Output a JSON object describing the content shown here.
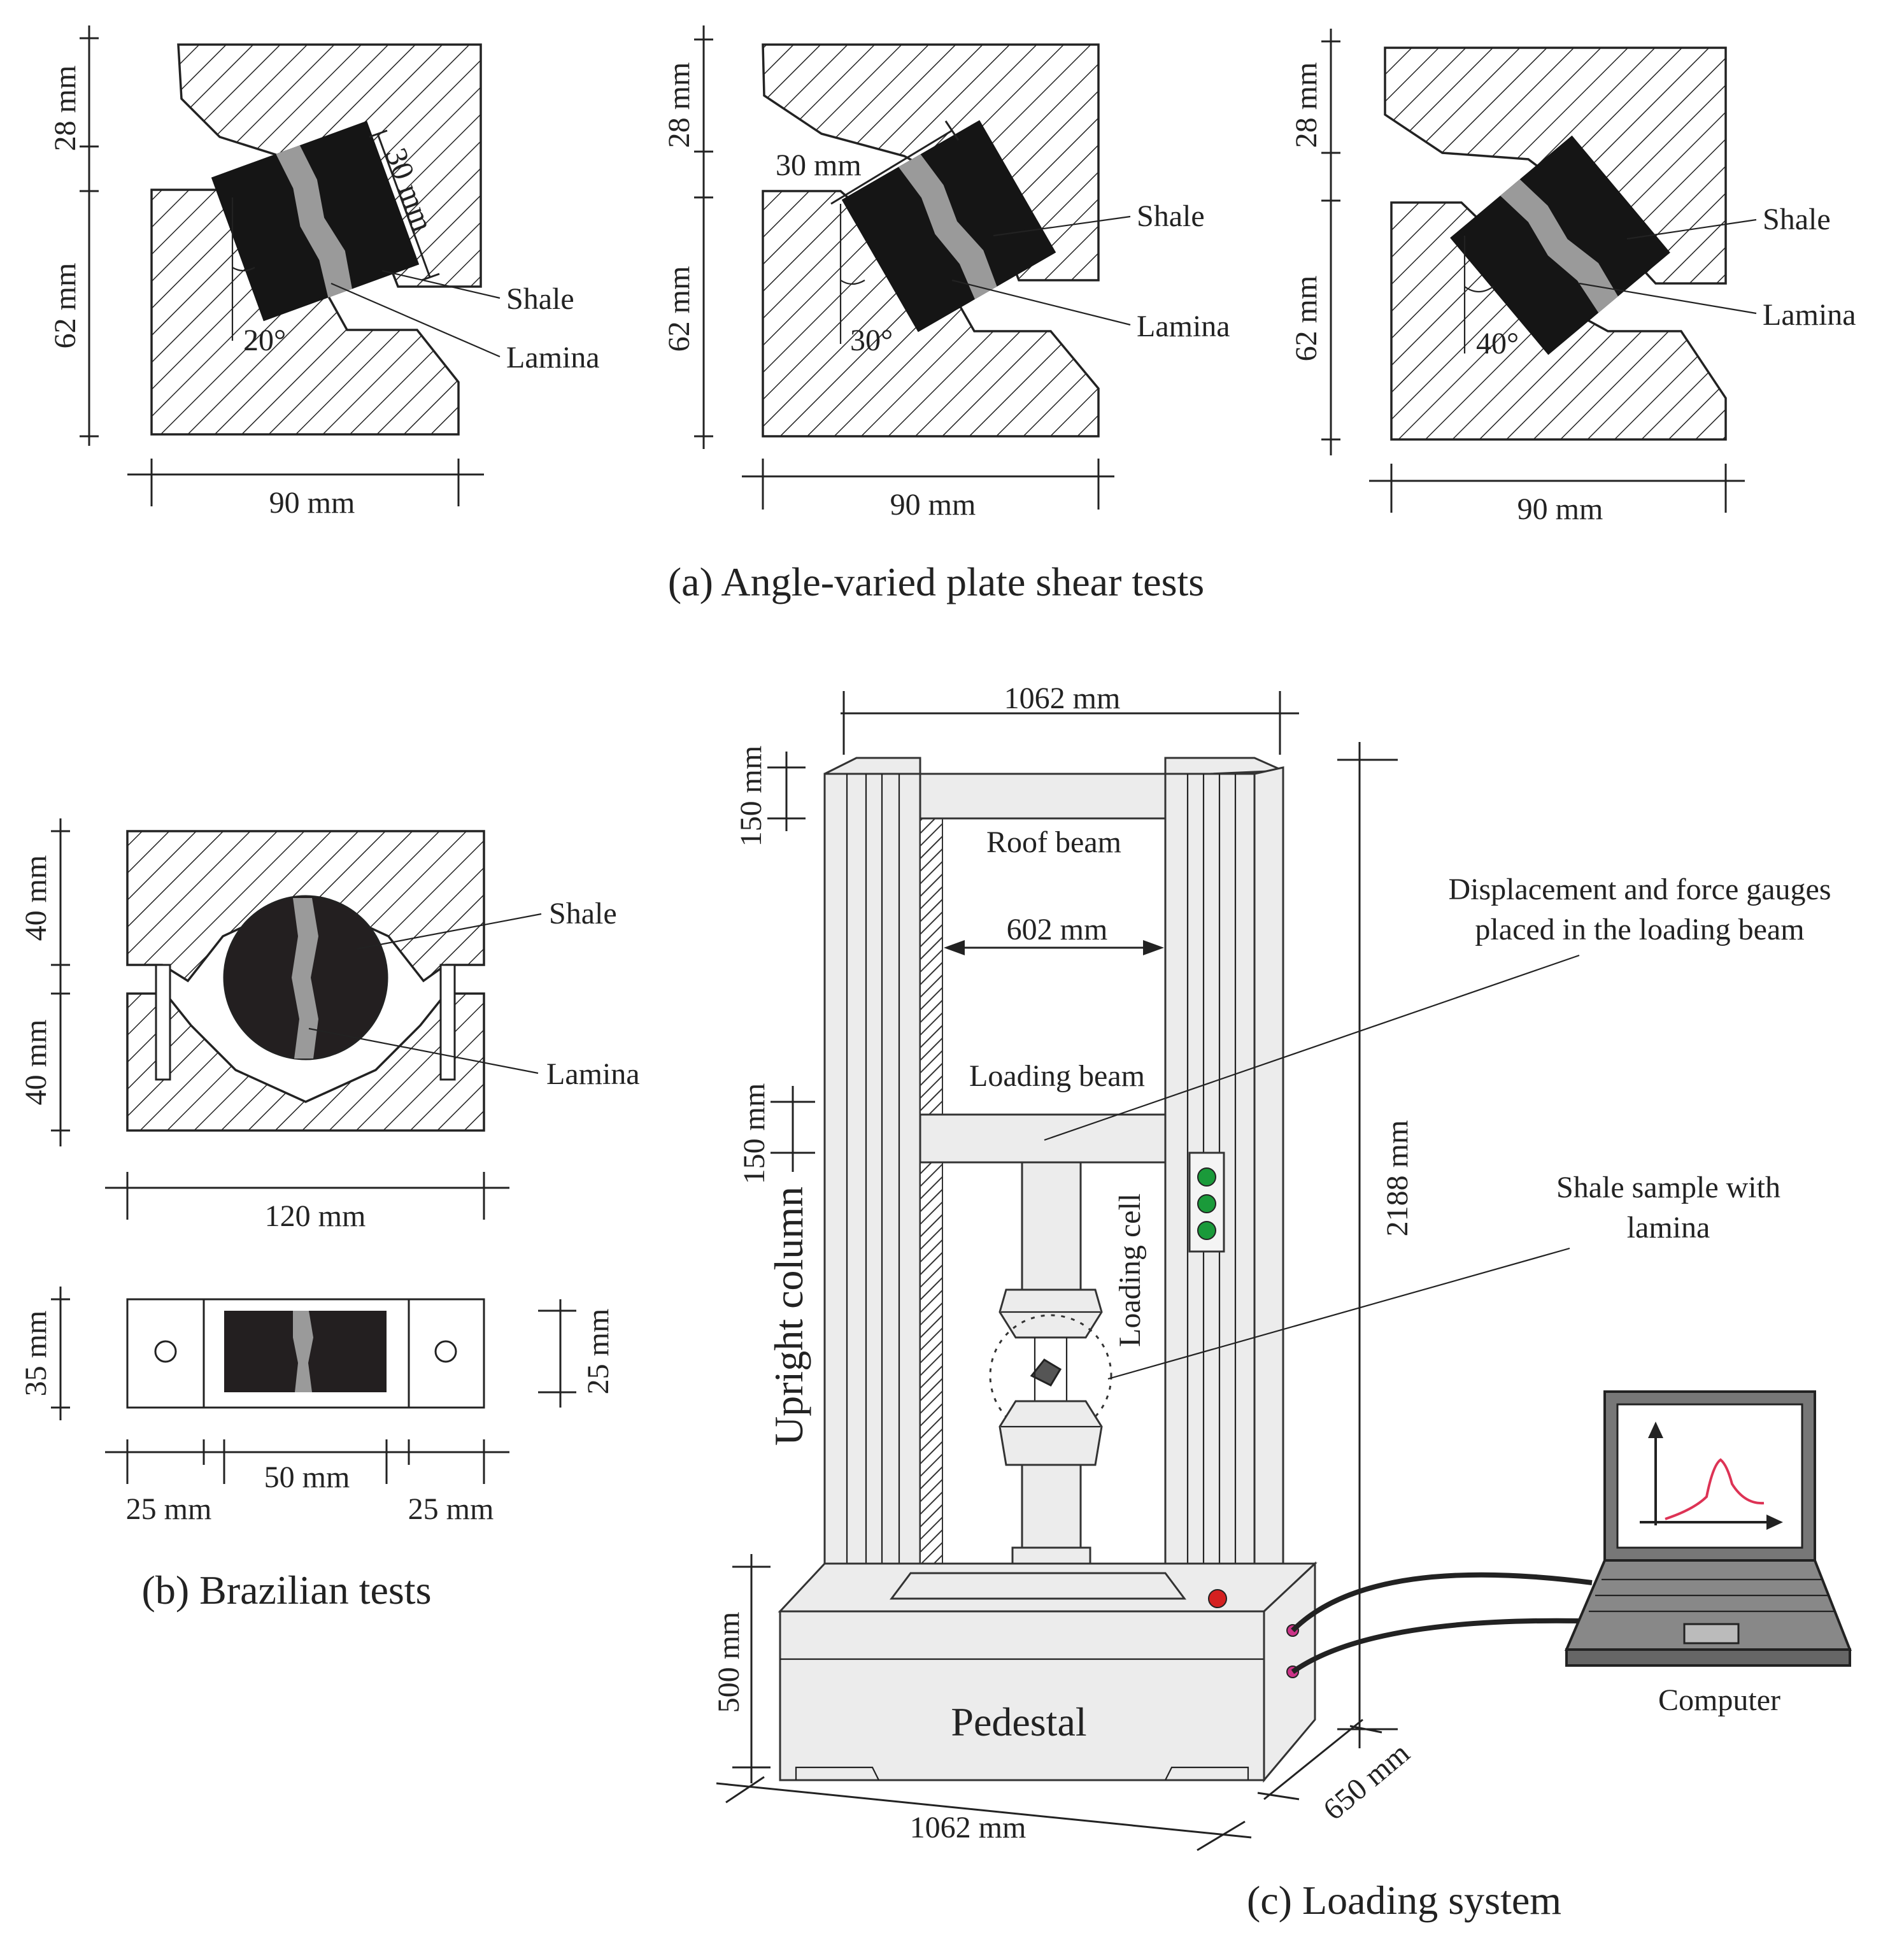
{
  "panel_a": {
    "caption": "(a) Angle-varied plate shear tests",
    "units": [
      {
        "top": "28 mm",
        "bottom": "62 mm",
        "width": "90 mm",
        "sample": "30 mm",
        "angle": "20°",
        "shale": "Shale",
        "lamina": "Lamina"
      },
      {
        "top": "28 mm",
        "bottom": "62 mm",
        "width": "90 mm",
        "sample": "30 mm",
        "angle": "30°",
        "shale": "Shale",
        "lamina": "Lamina"
      },
      {
        "top": "28 mm",
        "bottom": "62 mm",
        "width": "90 mm",
        "angle": "40°",
        "shale": "Shale",
        "lamina": "Lamina"
      }
    ]
  },
  "panel_b": {
    "caption": "(b) Brazilian tests",
    "top_height": "40 mm",
    "bottom_height": "40 mm",
    "width": "120 mm",
    "shale": "Shale",
    "lamina": "Lamina",
    "plate_height": "35 mm",
    "sample_height": "25 mm",
    "left_margin": "25 mm",
    "sample_width": "50 mm",
    "right_margin": "25 mm"
  },
  "panel_c": {
    "caption": "(c) Loading system",
    "top_width": "1062 mm",
    "roof_height": "150 mm",
    "roof_beam": "Roof beam",
    "inner_width": "602 mm",
    "gauges_line1": "Displacement and force gauges",
    "gauges_line2": "placed in the loading beam",
    "loading_beam": "Loading beam",
    "beam_height": "150 mm",
    "total_height": "2188 mm",
    "loading_cell": "Loading cell",
    "upright_column": "Upright column",
    "sample_line1": "Shale sample with",
    "sample_line2": "lamina",
    "pedestal_height": "500 mm",
    "pedestal": "Pedestal",
    "bottom_width": "1062 mm",
    "depth": "650 mm",
    "computer": "Computer"
  },
  "colors": {
    "shale": "#151515",
    "lamina": "#9a9a9a",
    "machine": "#ececec",
    "indicator": "#1a9a3a",
    "button": "#d42020",
    "port": "#cc3388",
    "curve": "#dd3355"
  }
}
